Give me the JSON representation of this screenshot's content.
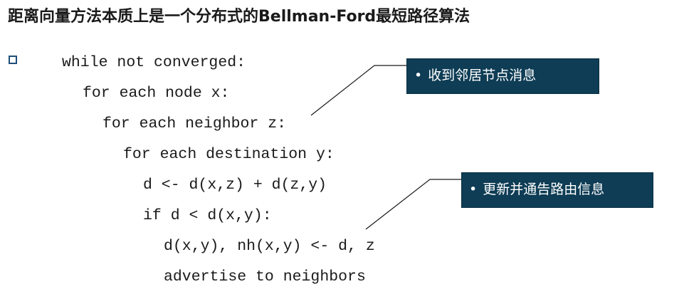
{
  "title": "距离向量方法本质上是一个分布式的Bellman-Ford最短路径算法",
  "code_lines": [
    "while not converged:",
    "for each node x:",
    "for each neighbor z:",
    "for each destination y:",
    "d <- d(x,z) + d(z,y)",
    "if d < d(x,y):",
    "d(x,y), nh(x,y) <- d, z",
    "advertise to neighbors"
  ],
  "callouts": [
    {
      "bullet": "•",
      "text": "收到邻居节点消息"
    },
    {
      "bullet": "•",
      "text": "更新并通告路由信息"
    }
  ],
  "colors": {
    "callout_bg": "#0e3d55",
    "bullet_square": "#1f4e79"
  }
}
